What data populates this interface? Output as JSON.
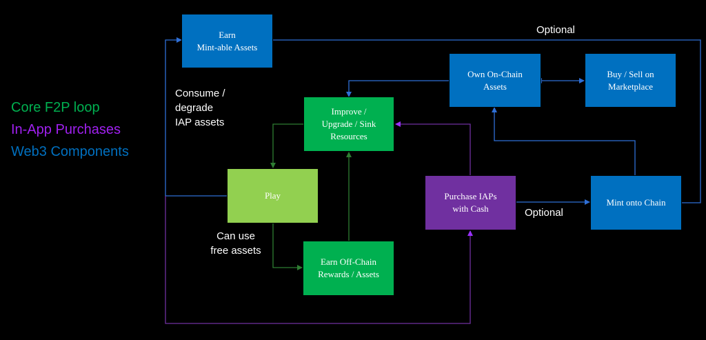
{
  "legend": {
    "core": {
      "text": "Core F2P loop",
      "color": "#00b050"
    },
    "iap": {
      "text": "In-App Purchases",
      "color": "#a020f0"
    },
    "web3": {
      "text": "Web3 Components",
      "color": "#0070c0"
    }
  },
  "nodes": {
    "earn_mintable": [
      "Earn",
      "Mint-able Assets"
    ],
    "own_onchain": [
      "Own On-Chain",
      "Assets"
    ],
    "buy_sell": [
      "Buy / Sell on",
      "Marketplace"
    ],
    "improve": [
      "Improve /",
      "Upgrade / Sink",
      "Resources"
    ],
    "play": [
      "Play"
    ],
    "purchase_iaps": [
      "Purchase IAPs",
      "with Cash"
    ],
    "mint_chain": [
      "Mint onto Chain"
    ],
    "earn_offchain": [
      "Earn Off-Chain",
      "Rewards / Assets"
    ]
  },
  "notes": {
    "consume": [
      "Consume /",
      "degrade",
      "IAP assets"
    ],
    "can_use": [
      "Can use",
      "free assets"
    ],
    "optional_top": "Optional",
    "optional_mid": "Optional"
  },
  "colors": {
    "web3": "#0070c0",
    "core": "#00b050",
    "play": "#92d050",
    "iap": "#7030a0",
    "core_line": "#2e7d32",
    "iap_line": "#7030a0",
    "web3_line": "#2f6fd6"
  }
}
